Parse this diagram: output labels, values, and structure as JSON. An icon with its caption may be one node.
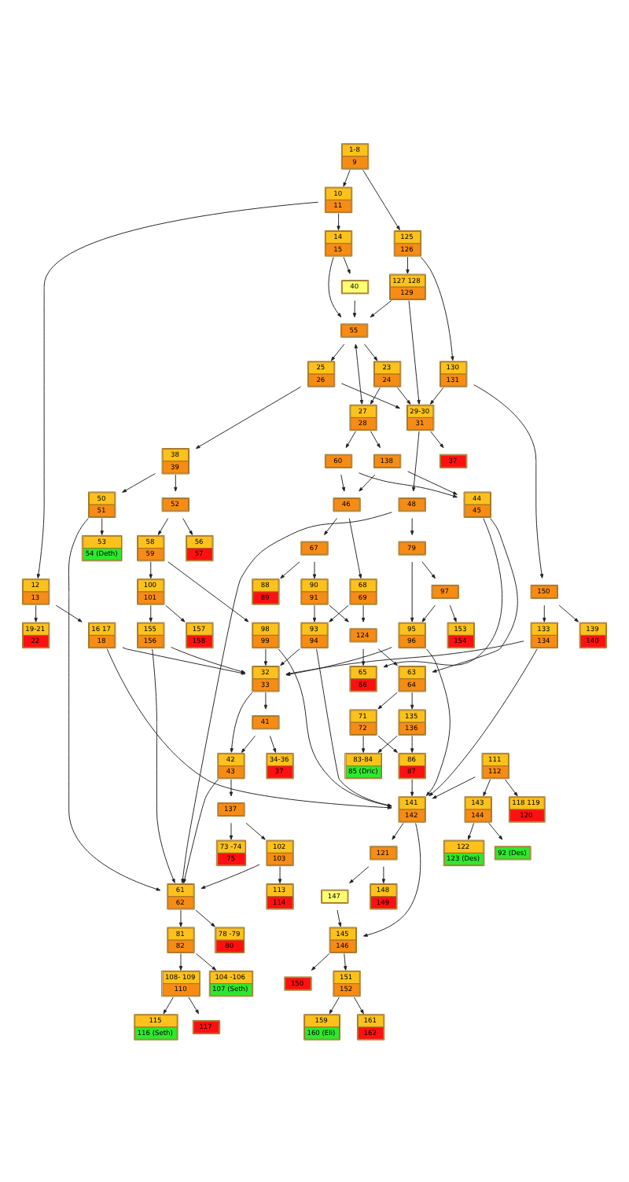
{
  "diagram": {
    "nodes": [
      {
        "text": [
          "1-8",
          "9"
        ]
      },
      {
        "text": [
          "10",
          "11"
        ]
      },
      {
        "text": [
          "125",
          "126"
        ]
      },
      {
        "text": [
          "14",
          "15"
        ]
      },
      {
        "text": [
          "12",
          "13"
        ]
      },
      {
        "text": [
          "127 128",
          "129"
        ]
      },
      {
        "text": [
          "130",
          "131"
        ]
      },
      {
        "text": [
          "150"
        ]
      },
      {
        "text": [
          "40"
        ]
      },
      {
        "text": [
          "55"
        ]
      },
      {
        "text": [
          "16 17",
          "18"
        ]
      },
      {
        "text": [
          "19-21",
          "22"
        ]
      },
      {
        "text": [
          "23",
          "24"
        ]
      },
      {
        "text": [
          "25",
          "26"
        ]
      },
      {
        "text": [
          "133",
          "134"
        ]
      },
      {
        "text": [
          "139",
          "140"
        ]
      },
      {
        "text": [
          "27",
          "28"
        ]
      },
      {
        "text": [
          "29-30",
          "31"
        ]
      },
      {
        "text": [
          "38",
          "39"
        ]
      },
      {
        "text": [
          "138"
        ]
      },
      {
        "text": [
          "60"
        ]
      },
      {
        "text": [
          "37"
        ]
      },
      {
        "text": [
          "48"
        ]
      },
      {
        "text": [
          "50",
          "51"
        ]
      },
      {
        "text": [
          "52"
        ]
      },
      {
        "text": [
          "46"
        ]
      },
      {
        "text": [
          "44",
          "45"
        ]
      },
      {
        "text": [
          "67"
        ]
      },
      {
        "text": [
          "68",
          "69"
        ]
      },
      {
        "text": [
          "88",
          "89"
        ]
      },
      {
        "text": [
          "90",
          "91"
        ]
      },
      {
        "text": [
          "124"
        ]
      },
      {
        "text": [
          "53",
          "54 (Deth)"
        ]
      },
      {
        "text": [
          "56",
          "57"
        ]
      },
      {
        "text": [
          "58",
          "59"
        ]
      },
      {
        "text": [
          "93",
          "94"
        ]
      },
      {
        "text": [
          "65",
          "66"
        ]
      },
      {
        "text": [
          "63",
          "64"
        ]
      },
      {
        "text": [
          "98",
          "99"
        ]
      },
      {
        "text": [
          "100",
          "101"
        ]
      },
      {
        "text": [
          "71",
          "72"
        ]
      },
      {
        "text": [
          "135",
          "136"
        ]
      },
      {
        "text": [
          "79"
        ]
      },
      {
        "text": [
          "155",
          "156"
        ]
      },
      {
        "text": [
          "157",
          "158"
        ]
      },
      {
        "text": [
          "83-84",
          "85 (Dric)"
        ]
      },
      {
        "text": [
          "86",
          "87"
        ]
      },
      {
        "text": [
          "97"
        ]
      },
      {
        "text": [
          "95",
          "96"
        ]
      },
      {
        "text": [
          "153",
          "154"
        ]
      },
      {
        "text": [
          "32",
          "33"
        ]
      },
      {
        "text": [
          "111",
          "112"
        ]
      },
      {
        "text": [
          "141",
          "142"
        ]
      },
      {
        "text": [
          "42",
          "43"
        ]
      },
      {
        "text": [
          "41"
        ]
      },
      {
        "text": [
          "143",
          "144"
        ]
      },
      {
        "text": [
          "118 119",
          "120"
        ]
      },
      {
        "text": [
          "34-36",
          "37"
        ]
      },
      {
        "text": [
          "121"
        ]
      },
      {
        "text": [
          "145",
          "146"
        ]
      },
      {
        "text": [
          "61",
          "62"
        ]
      },
      {
        "text": [
          "137"
        ]
      },
      {
        "text": [
          "147"
        ]
      },
      {
        "text": [
          "148",
          "149"
        ]
      },
      {
        "text": [
          "150"
        ]
      },
      {
        "text": [
          "151",
          "152"
        ]
      },
      {
        "text": [
          "122",
          "123 (Des)"
        ]
      },
      {
        "text": [
          "92 (Des)"
        ]
      },
      {
        "text": [
          "81",
          "82"
        ]
      },
      {
        "text": [
          "78 -79",
          "80"
        ]
      },
      {
        "text": [
          "102",
          "103"
        ]
      },
      {
        "text": [
          "73 -74",
          "75"
        ]
      },
      {
        "text": [
          "159",
          "160 (Eli)"
        ]
      },
      {
        "text": [
          "161",
          "162"
        ]
      },
      {
        "text": [
          "108- 109",
          "110"
        ]
      },
      {
        "text": [
          "104 -106",
          "107 (Seth)"
        ]
      },
      {
        "text": [
          "113",
          "114"
        ]
      },
      {
        "text": [
          "115",
          "116 (Seth)"
        ]
      },
      {
        "text": [
          "117"
        ]
      }
    ],
    "edges": [
      {
        "from": 0,
        "to": 1,
        "arrow": "to"
      },
      {
        "from": 0,
        "to": 2,
        "arrow": "to"
      },
      {
        "from": 1,
        "to": 4,
        "arrow": "to"
      },
      {
        "from": 1,
        "to": 3,
        "arrow": "to"
      },
      {
        "from": 2,
        "to": 5,
        "arrow": "to"
      },
      {
        "from": 2,
        "to": 6,
        "arrow": "to"
      },
      {
        "from": 3,
        "to": 8,
        "arrow": "to"
      },
      {
        "from": 3,
        "to": 9,
        "arrow": "to"
      },
      {
        "from": 4,
        "to": 10,
        "arrow": "to"
      },
      {
        "from": 4,
        "to": 11,
        "arrow": "to"
      },
      {
        "from": 5,
        "to": 9,
        "arrow": "to"
      },
      {
        "from": 5,
        "to": 17,
        "arrow": "to"
      },
      {
        "from": 6,
        "to": 7,
        "arrow": "to"
      },
      {
        "from": 6,
        "to": 17,
        "arrow": "to"
      },
      {
        "from": 7,
        "to": 14,
        "arrow": "to"
      },
      {
        "from": 7,
        "to": 15,
        "arrow": "to"
      },
      {
        "from": 8,
        "to": 9,
        "arrow": "to"
      },
      {
        "from": 9,
        "to": 12,
        "arrow": "to"
      },
      {
        "from": 9,
        "to": 13,
        "arrow": "to"
      },
      {
        "from": 9,
        "to": 16,
        "arrow": "both"
      },
      {
        "from": 12,
        "to": 16,
        "arrow": "to"
      },
      {
        "from": 12,
        "to": 17,
        "arrow": "to"
      },
      {
        "from": 13,
        "to": 17,
        "arrow": "to"
      },
      {
        "from": 13,
        "to": 18,
        "arrow": "to"
      },
      {
        "from": 14,
        "to": 52,
        "arrow": "to"
      },
      {
        "from": 14,
        "to": 50,
        "arrow": "to"
      },
      {
        "from": 16,
        "to": 19,
        "arrow": "to"
      },
      {
        "from": 16,
        "to": 20,
        "arrow": "to"
      },
      {
        "from": 17,
        "to": 21,
        "arrow": "to"
      },
      {
        "from": 17,
        "to": 22,
        "arrow": "to"
      },
      {
        "from": 18,
        "to": 23,
        "arrow": "to"
      },
      {
        "from": 18,
        "to": 24,
        "arrow": "to"
      },
      {
        "from": 10,
        "to": 52,
        "arrow": "to"
      },
      {
        "from": 10,
        "to": 50,
        "arrow": "to"
      },
      {
        "from": 19,
        "to": 25,
        "arrow": "to"
      },
      {
        "from": 19,
        "to": 26,
        "arrow": "to"
      },
      {
        "from": 20,
        "to": 25,
        "arrow": "to"
      },
      {
        "from": 20,
        "to": 26,
        "arrow": "to"
      },
      {
        "from": 25,
        "to": 27,
        "arrow": "to"
      },
      {
        "from": 25,
        "to": 28,
        "arrow": "to"
      },
      {
        "from": 27,
        "to": 29,
        "arrow": "to"
      },
      {
        "from": 27,
        "to": 30,
        "arrow": "to"
      },
      {
        "from": 28,
        "to": 31,
        "arrow": "to"
      },
      {
        "from": 28,
        "to": 35,
        "arrow": "to"
      },
      {
        "from": 30,
        "to": 31,
        "arrow": "to"
      },
      {
        "from": 30,
        "to": 35,
        "arrow": "to"
      },
      {
        "from": 31,
        "to": 36,
        "arrow": "to"
      },
      {
        "from": 31,
        "to": 37,
        "arrow": "to"
      },
      {
        "from": 26,
        "to": 36,
        "arrow": "to"
      },
      {
        "from": 26,
        "to": 37,
        "arrow": "to"
      },
      {
        "from": 37,
        "to": 40,
        "arrow": "to"
      },
      {
        "from": 37,
        "to": 41,
        "arrow": "to"
      },
      {
        "from": 40,
        "to": 45,
        "arrow": "to"
      },
      {
        "from": 40,
        "to": 46,
        "arrow": "to"
      },
      {
        "from": 41,
        "to": 45,
        "arrow": "to"
      },
      {
        "from": 41,
        "to": 46,
        "arrow": "to"
      },
      {
        "from": 35,
        "to": 52,
        "arrow": "to"
      },
      {
        "from": 35,
        "to": 50,
        "arrow": "to"
      },
      {
        "from": 46,
        "to": 52,
        "arrow": "to"
      },
      {
        "from": 22,
        "to": 42,
        "arrow": "to"
      },
      {
        "from": 22,
        "to": 60,
        "arrow": "to"
      },
      {
        "from": 23,
        "to": 32,
        "arrow": "to"
      },
      {
        "from": 23,
        "to": 60,
        "arrow": "to"
      },
      {
        "from": 24,
        "to": 33,
        "arrow": "to"
      },
      {
        "from": 24,
        "to": 34,
        "arrow": "to"
      },
      {
        "from": 34,
        "to": 38,
        "arrow": "to"
      },
      {
        "from": 34,
        "to": 39,
        "arrow": "to"
      },
      {
        "from": 38,
        "to": 52,
        "arrow": "to"
      },
      {
        "from": 38,
        "to": 50,
        "arrow": "to"
      },
      {
        "from": 39,
        "to": 43,
        "arrow": "to"
      },
      {
        "from": 39,
        "to": 44,
        "arrow": "to"
      },
      {
        "from": 43,
        "to": 50,
        "arrow": "to"
      },
      {
        "from": 43,
        "to": 60,
        "arrow": "to"
      },
      {
        "from": 42,
        "to": 48,
        "arrow": "to"
      },
      {
        "from": 42,
        "to": 47,
        "arrow": "to"
      },
      {
        "from": 47,
        "to": 48,
        "arrow": "to"
      },
      {
        "from": 47,
        "to": 49,
        "arrow": "to"
      },
      {
        "from": 48,
        "to": 50,
        "arrow": "to"
      },
      {
        "from": 48,
        "to": 52,
        "arrow": "to"
      },
      {
        "from": 51,
        "to": 52,
        "arrow": "to"
      },
      {
        "from": 50,
        "to": 53,
        "arrow": "to"
      },
      {
        "from": 50,
        "to": 54,
        "arrow": "to"
      },
      {
        "from": 54,
        "to": 53,
        "arrow": "to"
      },
      {
        "from": 54,
        "to": 57,
        "arrow": "to"
      },
      {
        "from": 53,
        "to": 60,
        "arrow": "to"
      },
      {
        "from": 53,
        "to": 61,
        "arrow": "to"
      },
      {
        "from": 51,
        "to": 55,
        "arrow": "to"
      },
      {
        "from": 51,
        "to": 56,
        "arrow": "to"
      },
      {
        "from": 55,
        "to": 66,
        "arrow": "to"
      },
      {
        "from": 55,
        "to": 67,
        "arrow": "to"
      },
      {
        "from": 52,
        "to": 58,
        "arrow": "to"
      },
      {
        "from": 52,
        "to": 59,
        "arrow": "to"
      },
      {
        "from": 58,
        "to": 63,
        "arrow": "to"
      },
      {
        "from": 58,
        "to": 62,
        "arrow": "to"
      },
      {
        "from": 62,
        "to": 59,
        "arrow": "to"
      },
      {
        "from": 59,
        "to": 64,
        "arrow": "to"
      },
      {
        "from": 59,
        "to": 65,
        "arrow": "to"
      },
      {
        "from": 65,
        "to": 72,
        "arrow": "to"
      },
      {
        "from": 65,
        "to": 73,
        "arrow": "to"
      },
      {
        "from": 60,
        "to": 68,
        "arrow": "to"
      },
      {
        "from": 60,
        "to": 69,
        "arrow": "to"
      },
      {
        "from": 61,
        "to": 70,
        "arrow": "to"
      },
      {
        "from": 61,
        "to": 71,
        "arrow": "to"
      },
      {
        "from": 70,
        "to": 60,
        "arrow": "to"
      },
      {
        "from": 70,
        "to": 76,
        "arrow": "to"
      },
      {
        "from": 68,
        "to": 74,
        "arrow": "to"
      },
      {
        "from": 68,
        "to": 75,
        "arrow": "to"
      },
      {
        "from": 74,
        "to": 77,
        "arrow": "to"
      },
      {
        "from": 74,
        "to": 78,
        "arrow": "to"
      }
    ]
  }
}
